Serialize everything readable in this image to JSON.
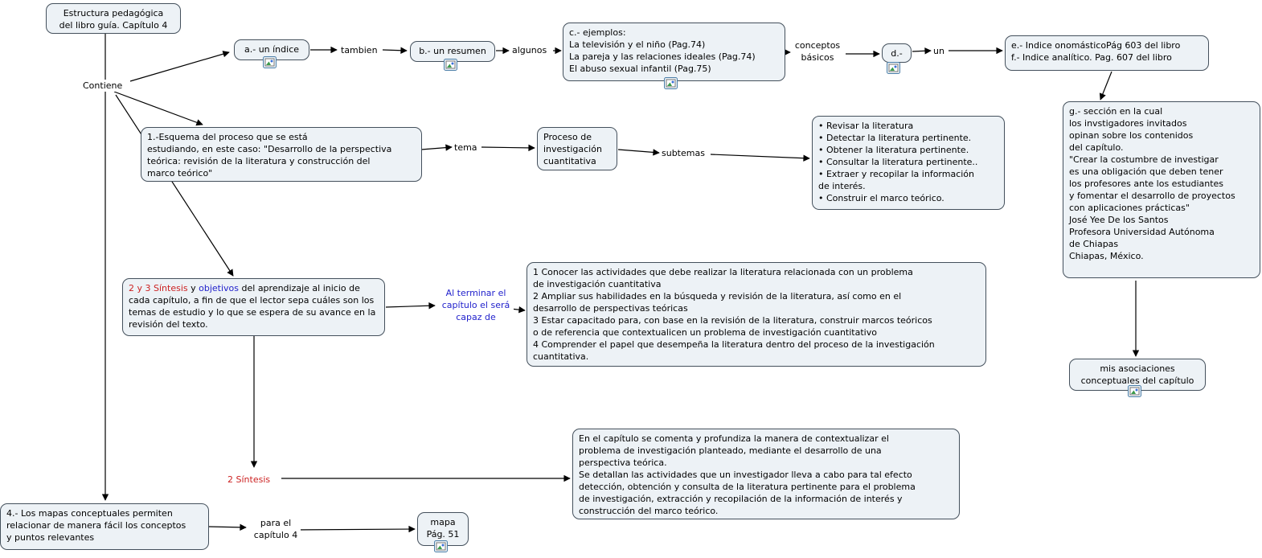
{
  "nodes": {
    "title": {
      "text": "Estructura pedagógica\ndel libro guía. Capítulo 4"
    },
    "indice": {
      "text": "a.- un índice"
    },
    "resumen": {
      "text": "b.- un resumen"
    },
    "ejemplos": {
      "text": "c.- ejemplos:\nLa televisión y el niño (Pag.74)\nLa pareja y las relaciones ideales (Pag.74)\nEl abuso sexual infantil (Pag.75)"
    },
    "d": {
      "text": "d.-"
    },
    "indices_ef": {
      "text": "e.- Indice onomásticoPág 603 del libro\nf.- Indice analítico. Pag. 607 del libro"
    },
    "seccion_g": {
      "text": "g.- sección en la cual\nlos invstigadores invitados\nopinan sobre los contenidos\ndel capítulo.\n\"Crear la costumbre de investigar\nes una obligación que deben tener\nlos profesores ante los estudiantes\ny fomentar el desarrollo de proyectos\ncon aplicaciones prácticas\"\nJosé Yee De los Santos\nProfesora Universidad Autónoma\nde Chiapas\nChiapas, México."
    },
    "asociaciones": {
      "text": "mis asociaciones\nconceptuales del capítulo"
    },
    "esquema": {
      "text": "1.-Esquema del proceso que se está\nestudiando, en este caso: \"Desarrollo de la perspectiva\nteórica: revisión de la literatura y construcción del\nmarco teórico\""
    },
    "proceso": {
      "text": "Proceso de\ninvestigación\ncuantitativa"
    },
    "actividades": {
      "text": "• Revisar la literatura\n• Detectar la literatura pertinente.\n• Obtener la literatura pertinente.\n• Consultar la literatura pertinente..\n• Extraer y recopilar la información\nde interés.\n• Construir el marco teórico."
    },
    "sintesis_objetivos": {
      "part_red": "2 y 3  Síntesis",
      "part_mid": " y ",
      "part_blue": "objetivos",
      "part_rest": " del aprendizaje al inicio de cada capítulo, a fin de que el lector sepa cuáles son los temas de estudio y lo que se espera de su avance en la revisión del texto."
    },
    "objetivos_lista": {
      "text": "1 Conocer las actividades que debe realizar la literatura relacionada con un problema\nde investigación cuantitativa\n2 Ampliar sus habilidades en la búsqueda y revisión de la literatura, así como en el\ndesarrollo de perspectivas teóricas\n3 Estar capacitado para, con base en la revisión de la literatura, construir marcos teóricos\no de referencia que contextualicen un problema de investigación cuantitativo\n4 Comprender el papel que desempeña la literatura dentro del proceso de la investigación\ncuantitativa."
    },
    "sintesis_texto": {
      "text": "En el capítulo se comenta y profundiza la manera de contextualizar el\nproblema de investigación planteado, mediante el desarrollo de una\nperspectiva teórica.\nSe detallan las actividades que un investigador lleva a cabo para tal efecto\ndetección, obtención y consulta de la literatura pertinente para el problema\nde investigación, extracción y recopilación de la información de interés y\nconstrucción del marco teórico."
    },
    "mapas": {
      "text": "4.- Los mapas conceptuales permiten\nrelacionar de manera fácil los conceptos\ny puntos relevantes"
    },
    "mapa_pag": {
      "text": "mapa\nPág. 51"
    }
  },
  "labels": {
    "contiene": "Contiene",
    "tambien": "tambien",
    "algunos": "algunos",
    "conceptos": "conceptos\nbásicos",
    "un": "un",
    "tema": "tema",
    "subtemas": "subtemas",
    "al_terminar": "Al terminar el\ncapítulo el será\ncapaz de",
    "sintesis2": "2 Síntesis",
    "para_el": "para el\ncapítulo 4"
  },
  "colors": {
    "node_fill": "#edf2f6",
    "node_border": "#44505c",
    "label_blue": "#2222cc",
    "label_red": "#cc2222",
    "line": "#000000"
  }
}
